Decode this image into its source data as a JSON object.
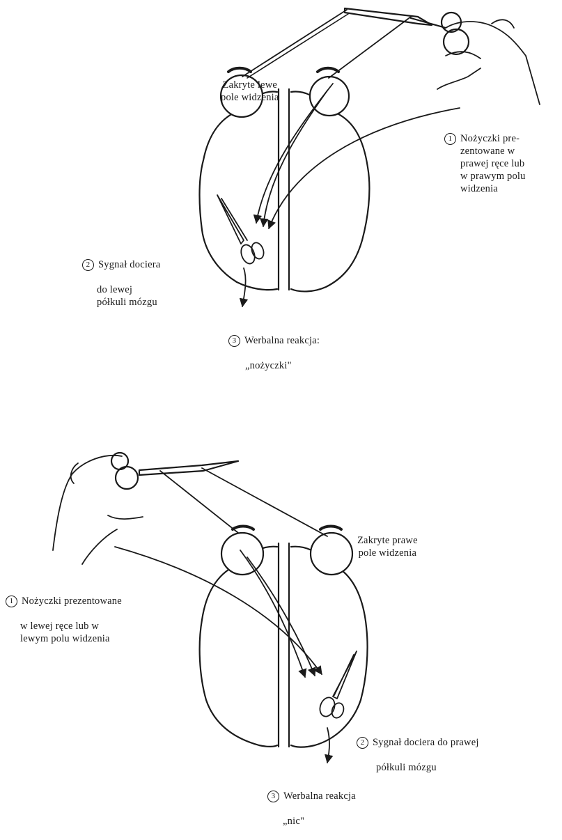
{
  "top": {
    "occluded_field_label": "Zakryte lewe\npole widzenia",
    "step1_number": "1",
    "step1_text": "Nożyczki pre-\nzentowane w\nprawej ręce lub\nw prawym polu\nwidzenia",
    "step2_number": "2",
    "step2_line1": "Sygnał dociera",
    "step2_rest": "do lewej\npółkuli mózgu",
    "step3_number": "3",
    "step3_line1": "Werbalna reakcja:",
    "step3_line2": "„nożyczki\""
  },
  "bottom": {
    "occluded_field_label": "Zakryte prawe\npole widzenia",
    "step1_number": "1",
    "step1_line1": "Nożyczki prezentowane",
    "step1_rest": "w lewej ręce lub w\nlewym polu widzenia",
    "step2_number": "2",
    "step2_line1": "Sygnał dociera do prawej",
    "step2_line2": "półkuli mózgu",
    "step3_number": "3",
    "step3_line1": "Werbalna reakcja",
    "step3_line2": "„nic\""
  }
}
